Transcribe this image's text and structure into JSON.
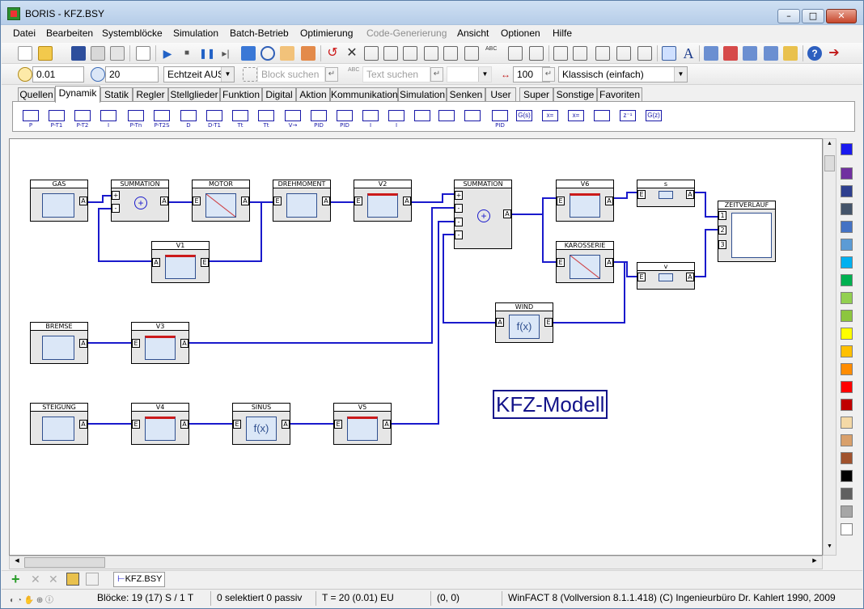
{
  "title": "BORIS - KFZ.BSY",
  "window_buttons": [
    "–",
    "□",
    "✕"
  ],
  "menu": [
    "Datei",
    "Bearbeiten",
    "Systemblöcke",
    "Simulation",
    "Batch-Betrieb",
    "Optimierung",
    "Code-Generierung",
    "Ansicht",
    "Optionen",
    "Hilfe"
  ],
  "toolbar2": {
    "step_value": "0.01",
    "time_value": "20",
    "realtime": "Echtzeit AUS",
    "block_search": "Block suchen",
    "text_search": "Text suchen",
    "zoom": "100",
    "mode": "Klassisch (einfach)"
  },
  "tabs": [
    "Quellen",
    "Dynamik",
    "Statik",
    "Regler",
    "Stellglieder",
    "Funktion",
    "Digital",
    "Aktion",
    "Kommunikation",
    "Simulation",
    "Senken",
    "User",
    "Super",
    "Sonstige",
    "Favoriten"
  ],
  "active_tab": "Dynamik",
  "palette": [
    "P",
    "P-T1",
    "P-T2",
    "I",
    "P-Tn",
    "P-T2S",
    "D",
    "D-T1",
    "Tt",
    "Tt",
    "V→",
    "PID",
    "PID",
    "I",
    "I",
    "",
    "",
    "",
    "PID",
    "G(s)",
    "x=",
    "x=",
    "",
    "z⁻¹",
    "G(z)"
  ],
  "blocks": {
    "gas": "GAS",
    "summation1": "SUMMATION",
    "motor": "MOTOR",
    "drehmoment": "DREHMOMENT",
    "v2": "V2",
    "v1": "V1",
    "summation2": "SUMMATION",
    "v6": "V6",
    "karosserie": "KAROSSERIE",
    "s": "s",
    "v": "v",
    "zeitverlauf": "ZEITVERLAUF",
    "wind": "WIND",
    "bremse": "BREMSE",
    "v3": "V3",
    "steigung": "STEIGUNG",
    "v4": "V4",
    "sinus": "SINUS",
    "v5": "V5"
  },
  "pins": {
    "a": "A",
    "e": "E",
    "plus": "+",
    "minus": "-",
    "n1": "1",
    "n2": "2",
    "n3": "3"
  },
  "fx": "f(x)",
  "canvas_label": "KFZ-Modell",
  "file_tab": "KFZ.BSY",
  "status": {
    "blocks": "Blöcke: 19 (17) S / 1 T",
    "selection": "0 selektiert  0 passiv",
    "time": "T = 20  (0.01)  EU",
    "coords": "(0, 0)",
    "version": "WinFACT 8 (Vollversion 8.1.1.418)  (C) Ingenieurbüro Dr. Kahlert 1990, 2009"
  },
  "colors": {
    "wire": "#1a1acc",
    "swatches": [
      "#1a1aee",
      "#7030a0",
      "#2e3f8f",
      "#44546a",
      "#4472c4",
      "#5b9bd5",
      "#00b0f0",
      "#00b050",
      "#92d050",
      "#8cc63f",
      "#ffff00",
      "#ffc000",
      "#ff8c00",
      "#ff0000",
      "#c00000",
      "#f4d9a6",
      "#d9a06b",
      "#a0522d",
      "#000000",
      "#606060",
      "#a6a6a6",
      "#ffffff"
    ]
  }
}
